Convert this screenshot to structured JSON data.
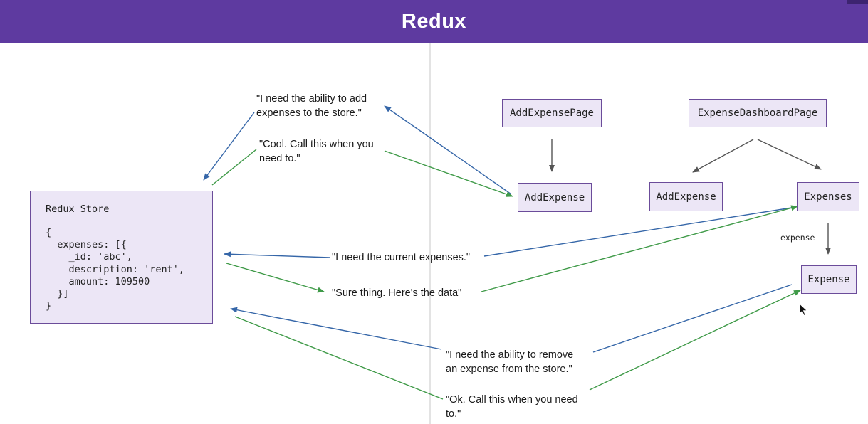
{
  "header": {
    "title": "Redux"
  },
  "store": {
    "title": "Redux Store",
    "code_lines": [
      "{",
      "  expenses: [{",
      "    _id: 'abc',",
      "    description: 'rent',",
      "    amount: 109500",
      "  }]",
      "}"
    ]
  },
  "components": {
    "add_expense_page": "AddExpensePage",
    "add_expense_left": "AddExpense",
    "dashboard_page": "ExpenseDashboardPage",
    "add_expense_right": "AddExpense",
    "expenses": "Expenses",
    "expense": "Expense"
  },
  "edge_labels": {
    "expense_prop": "expense"
  },
  "messages": {
    "need_add_1": "\"I need the ability to add",
    "need_add_2": "expenses to the store.\"",
    "cool_1": "\"Cool. Call this when you",
    "cool_2": "need to.\"",
    "need_current": "\"I need the current expenses.\"",
    "sure_thing": "\"Sure thing. Here's the data\"",
    "need_remove_1": "\"I need the ability to remove",
    "need_remove_2": "an expense from the store.\"",
    "ok_1": "\"Ok. Call this when you need",
    "ok_2": "to.\""
  },
  "colors": {
    "header_bg": "#5e3aa0",
    "box_fill": "#ece6f6",
    "box_border": "#6b4c9a",
    "request_arrow": "#3566a8",
    "response_arrow": "#3f9a48",
    "tree_arrow": "#555555"
  }
}
